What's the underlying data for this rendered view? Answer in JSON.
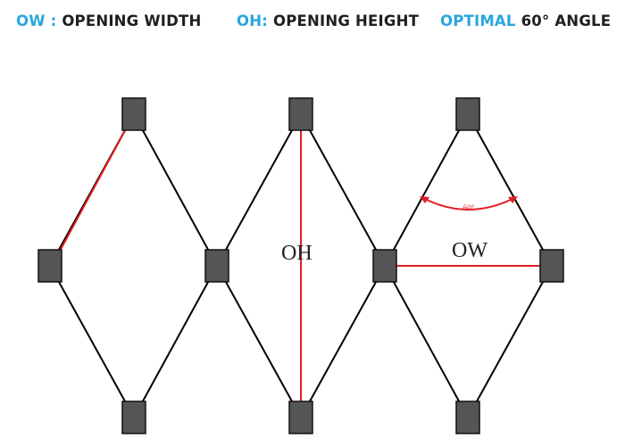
{
  "legend": {
    "ow": {
      "abbr": "OW :",
      "desc": "OPENING WIDTH"
    },
    "oh": {
      "abbr": "OH:",
      "desc": "OPENING HEIGHT"
    },
    "optimal": {
      "abbr": "OPTIMAL",
      "desc": "60° ANGLE"
    }
  },
  "diagram": {
    "oh_label": "OH",
    "ow_label": "OW",
    "angle_label": "60°"
  },
  "colors": {
    "legend_accent": "#2aa6dc",
    "legend_text": "#1f1f1f",
    "mesh_line": "#000000",
    "node_fill": "#555555",
    "measure_line": "#e31e24"
  }
}
